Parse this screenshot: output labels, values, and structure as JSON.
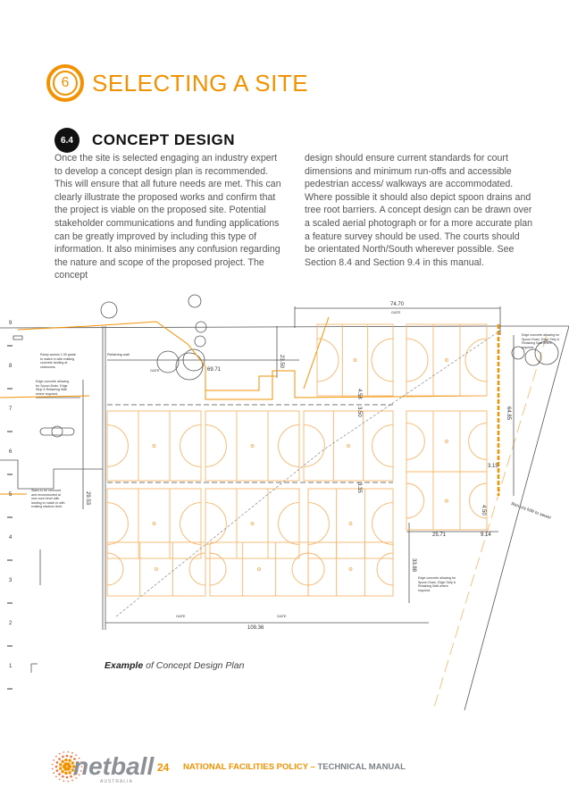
{
  "section": {
    "number": "6",
    "title": "SELECTING A SITE"
  },
  "subsection": {
    "number": "6.4",
    "title": "CONCEPT DESIGN"
  },
  "body": {
    "col1": "Once the site is selected engaging an industry expert to develop a concept design plan is recommended.  This will ensure that all future needs are met. This can clearly illustrate the proposed works and confirm that the project is viable on the proposed site. Potential stakeholder communications and funding applications can be greatly improved by including this type of information. It also minimises any confusion regarding the nature and scope of the proposed project. The concept",
    "col2": "design should ensure current standards for court dimensions and minimum run-offs and accessible pedestrian access/ walkways are accommodated. Where possible it should also depict spoon drains and tree root barriers. A concept design can be drawn over a scaled aerial photograph or for a more accurate plan a feature survey should be used. The courts should be orientated North/South wherever possible. See Section 8.4 and Section 9.4 in this manual."
  },
  "plan": {
    "grid_numbers": [
      "9",
      "8",
      "7",
      "6",
      "5",
      "4",
      "3",
      "2",
      "1"
    ],
    "dimensions": {
      "top_width": "74.70",
      "mid_width": "69.71",
      "d1": "23.50",
      "right_height": "64.85",
      "gap": "3.15",
      "d2": "4.50",
      "d3": "25.71",
      "d4": "9.14",
      "d5": "33.88",
      "bottom_width": "109.36",
      "left_height": "29.53",
      "d6": "4.58",
      "d7": "3.50",
      "d8": "3.35"
    },
    "labels": {
      "gate": "GATE",
      "retaining_wall": "Retaining wall",
      "ramp": "Ramp access 1:30 grade to match in with existing concrete landing at clubrooms.",
      "edge_left": "Edge concrete allowing for Spoon Drain, Edge Strip & Retaining Wall where required.",
      "stairs": "Stairs to be removed and reconstructed at new court level with landing to match in with existing stadium level.",
      "edge_right_top": "Edge concrete allowing for Spoon Drain, Edge Strip & Retaining Wall where required.",
      "edge_right_bottom": "Edge concrete allowing for Spoon Drain, Edge Strip & Retaining Wall where required.",
      "sewer": "Rtm o/s NW to sewer"
    }
  },
  "caption": {
    "bold": "Example",
    "rest": " of Concept Design Plan"
  },
  "footer": {
    "logo_word": "netball",
    "logo_sub": "AUSTRALIA",
    "page": "24",
    "title_orange": "NATIONAL FACILITIES POLICY – ",
    "title_grey": "TECHNICAL MANUAL"
  },
  "colors": {
    "orange": "#f39200",
    "court": "#f7b56a",
    "line": "#555555"
  }
}
